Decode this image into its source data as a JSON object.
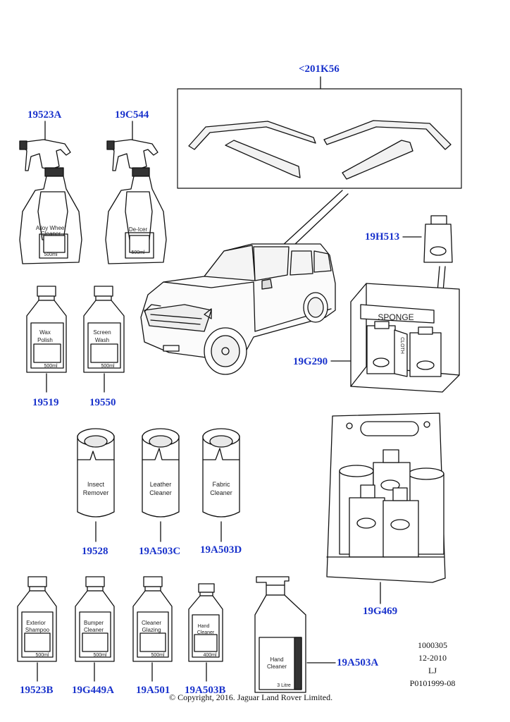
{
  "part_numbers": {
    "deflectors": "<201K56",
    "alloy_wheel_cleaner": "19523A",
    "de_icer": "19C544",
    "wax_polish": "19519",
    "screen_wash": "19550",
    "sponge_kit": "19H513",
    "sponge_box": "19G290",
    "insect_remover": "19528",
    "leather_cleaner": "19A503C",
    "fabric_cleaner": "19A503D",
    "carry_case": "19G469",
    "exterior_shampoo": "19523B",
    "bumper_cleaner": "19G449A",
    "cleaner_glazing": "19A501",
    "hand_cleaner_small": "19A503B",
    "hand_cleaner_large": "19A503A"
  },
  "labels": {
    "alloy_line1": "Alloy Wheel",
    "alloy_line2": "Cleaner",
    "alloy_vol": "500ml",
    "deicer_line1": "De-Icer",
    "deicer_vol": "500ml",
    "wax_line1": "Wax",
    "wax_line2": "Polish",
    "wax_vol": "500ml",
    "screen_line1": "Screen",
    "screen_line2": "Wash",
    "screen_vol": "500ml",
    "sponge_text": "SPONGE",
    "cloth_text": "CLOTH",
    "insect_line1": "Insect",
    "insect_line2": "Remover",
    "leather_line1": "Leather",
    "leather_line2": "Cleaner",
    "fabric_line1": "Fabric",
    "fabric_line2": "Cleaner",
    "ext_line1": "Exterior",
    "ext_line2": "Shampoo",
    "ext_vol": "500ml",
    "bumper_line1": "Bumper",
    "bumper_line2": "Cleaner",
    "bumper_vol": "500ml",
    "glazing_line1": "Cleaner",
    "glazing_line2": "Glazing",
    "glazing_vol": "500ml",
    "hand_small_line1": "Hand",
    "hand_small_line2": "Cleaner",
    "hand_small_vol": "400ml",
    "hand_large_line1": "Hand",
    "hand_large_line2": "Cleaner",
    "hand_large_vol": "3 Litre"
  },
  "meta": {
    "line1": "1000305",
    "line2": "12-2010",
    "line3": "LJ",
    "line4": "P0101999-08"
  },
  "copyright": "© Copyright, 2016. Jaguar Land Rover Limited.",
  "colors": {
    "part_number": "#1a33cc",
    "line": "#111111"
  }
}
